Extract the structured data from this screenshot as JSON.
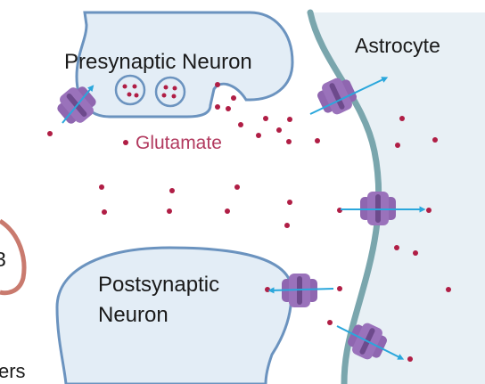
{
  "labels": {
    "presynaptic": "Presynaptic Neuron",
    "astrocyte": "Astrocyte",
    "glutamate": "Glutamate",
    "postsynaptic_line1": "Postsynaptic",
    "postsynaptic_line2": "Neuron",
    "left_cut_digit": "3",
    "left_cut_text": "ers"
  },
  "colors": {
    "neuron_fill": "#e3edf6",
    "neuron_stroke": "#6b93bf",
    "astrocyte_fill": "#e8f0f5",
    "astrocyte_membrane": "#7aa6ad",
    "transporter": "#8f66b0",
    "transporter_dark": "#6d4a8c",
    "arrow": "#2aa7dc",
    "glutamate_dot": "#b01e45",
    "glutamate_text": "#b23a5f",
    "left_shape_stroke": "#c97a6e"
  },
  "icons": {
    "transporter": "glutamate-transporter-icon",
    "vesicle": "synaptic-vesicle-icon",
    "molecule": "glutamate-molecule-icon"
  }
}
